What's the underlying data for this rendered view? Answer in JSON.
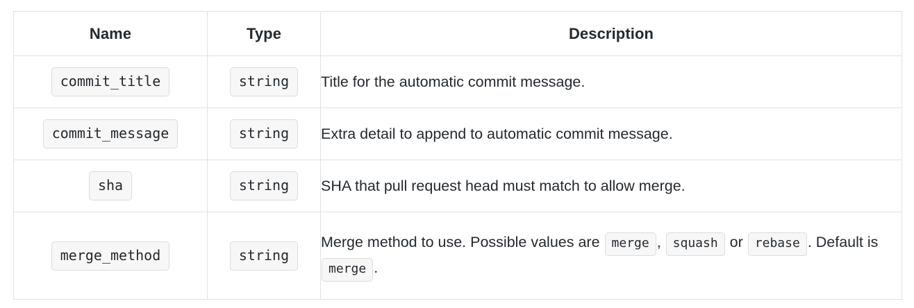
{
  "table": {
    "headers": [
      "Name",
      "Type",
      "Description"
    ],
    "rows": [
      {
        "name": "commit_title",
        "type": "string",
        "description": {
          "parts": [
            {
              "kind": "text",
              "value": "Title for the automatic commit message."
            }
          ]
        }
      },
      {
        "name": "commit_message",
        "type": "string",
        "description": {
          "parts": [
            {
              "kind": "text",
              "value": "Extra detail to append to automatic commit message."
            }
          ]
        }
      },
      {
        "name": "sha",
        "type": "string",
        "description": {
          "parts": [
            {
              "kind": "text",
              "value": "SHA that pull request head must match to allow merge."
            }
          ]
        }
      },
      {
        "name": "merge_method",
        "type": "string",
        "description": {
          "parts": [
            {
              "kind": "text",
              "value": "Merge method to use. Possible values are "
            },
            {
              "kind": "code",
              "value": "merge"
            },
            {
              "kind": "text",
              "value": ", "
            },
            {
              "kind": "code",
              "value": "squash"
            },
            {
              "kind": "text",
              "value": " or "
            },
            {
              "kind": "code",
              "value": "rebase"
            },
            {
              "kind": "text",
              "value": ". Default is "
            },
            {
              "kind": "code",
              "value": "merge"
            },
            {
              "kind": "text",
              "value": "."
            }
          ]
        }
      }
    ]
  },
  "colors": {
    "border": "#dfe2e5",
    "text": "#24292e",
    "code_background": "#f7f7f7",
    "code_border": "#dcdcdc",
    "page_background": "#ffffff"
  }
}
